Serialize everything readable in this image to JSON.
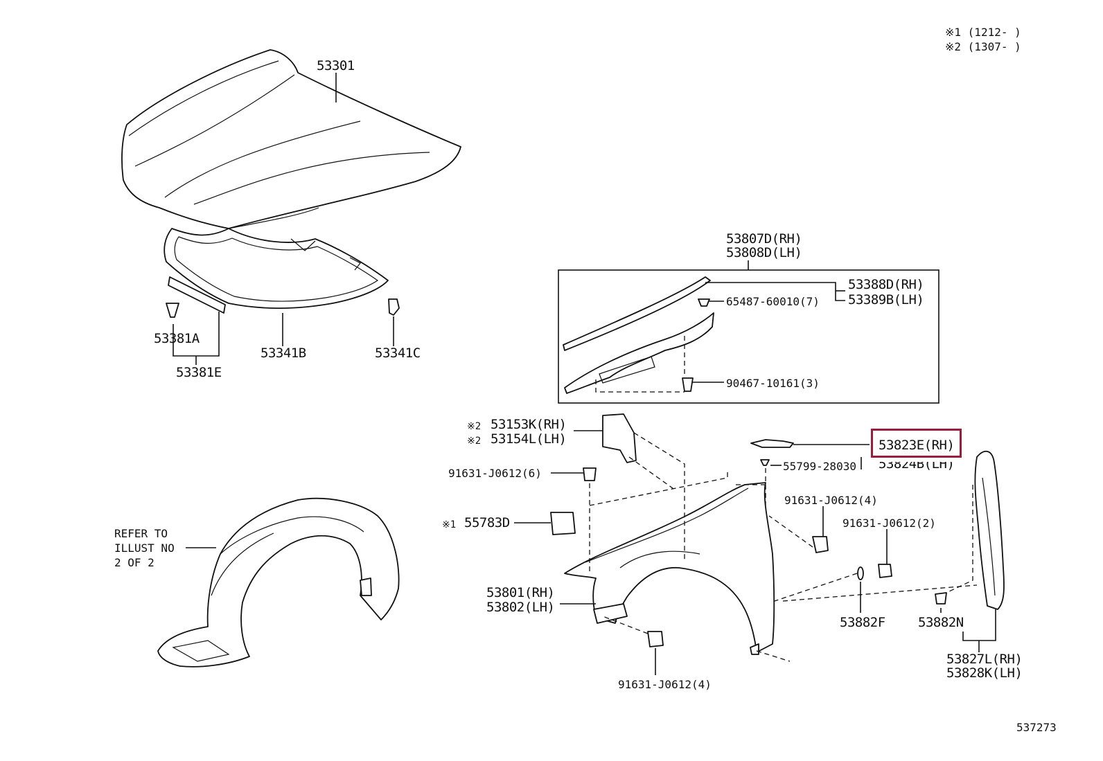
{
  "notes": {
    "note1": "※1 (1212-      )",
    "note2": "※2 (1307-      )"
  },
  "parts": {
    "hood": "53301",
    "hood_insulator": "53341B",
    "insulator_clip_left": "53381A",
    "hood_seal_set": "53381E",
    "insulator_clip_right": "53341C",
    "cowl_seal_rh": "53807D(RH)",
    "cowl_seal_lh": "53808D(LH)",
    "fender_seal_rh": "53388D(RH)",
    "fender_seal_lh": "53389B(LH)",
    "clip_65487": "65487-60010(7)",
    "screw_90467": "90467-10161(3)",
    "bracket_rh": "53153K(RH)",
    "bracket_lh": "53154L(LH)",
    "bracket_note": "※2",
    "bolt_upper": "91631-J0612(6)",
    "cushion_note": "※1",
    "cushion": "55783D",
    "fender_rh": "53801(RH)",
    "fender_lh": "53802(LH)",
    "bolt_bottom": "91631-J0612(4)",
    "bolt_mid": "91631-J0612(4)",
    "bolt_right": "91631-J0612(2)",
    "washer": "53882F",
    "protector_rh": "53823E(RH)",
    "protector_lh": "53824B(LH)",
    "clip_55799": "55799-28030",
    "clip_53882n": "53882N",
    "side_seal_rh": "53827L(RH)",
    "side_seal_lh": "53828K(LH)",
    "liner_ref_line1": "REFER TO",
    "liner_ref_line2": "ILLUST NO",
    "liner_ref_line3": "2 OF 2"
  },
  "figure_id": "537273",
  "colors": {
    "line": "#111111",
    "highlight": "#9b1c3c"
  }
}
